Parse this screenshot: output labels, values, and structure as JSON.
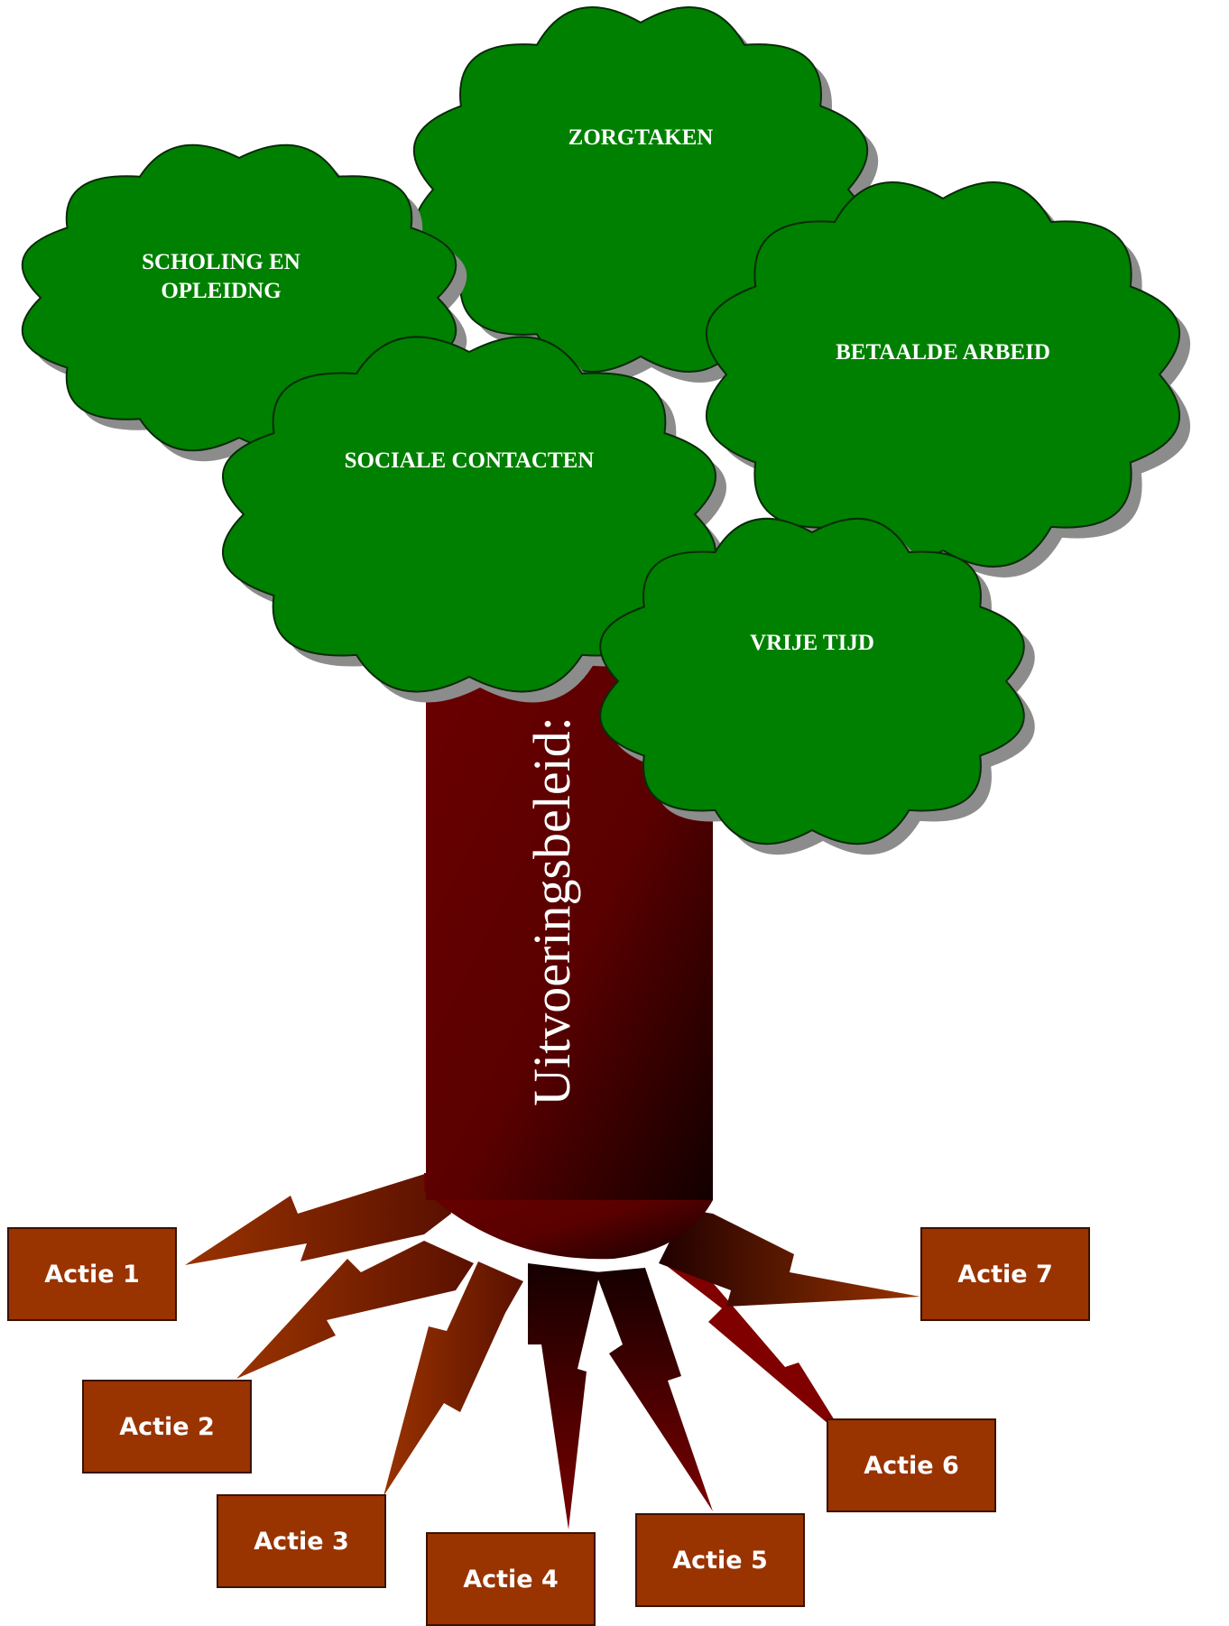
{
  "diagram": {
    "trunk_label": "Uitvoeringsbeleid:",
    "clouds": [
      {
        "id": "zorgtaken",
        "lines": [
          "ZORGTAKEN"
        ]
      },
      {
        "id": "scholing",
        "lines": [
          "SCHOLING EN",
          "OPLEIDNG"
        ]
      },
      {
        "id": "betaalde-arbeid",
        "lines": [
          "BETAALDE ARBEID"
        ]
      },
      {
        "id": "sociale-contacten",
        "lines": [
          "SOCIALE CONTACTEN"
        ]
      },
      {
        "id": "vrije-tijd",
        "lines": [
          "VRIJE TIJD"
        ]
      }
    ],
    "actions": [
      "Actie 1",
      "Actie 2",
      "Actie 3",
      "Actie 4",
      "Actie 5",
      "Actie 6",
      "Actie 7"
    ]
  },
  "colors": {
    "foliage": "#008000",
    "trunk": "#6b0000",
    "root_light": "#993300",
    "root_dark": "#7a0000",
    "box": "#993300"
  }
}
